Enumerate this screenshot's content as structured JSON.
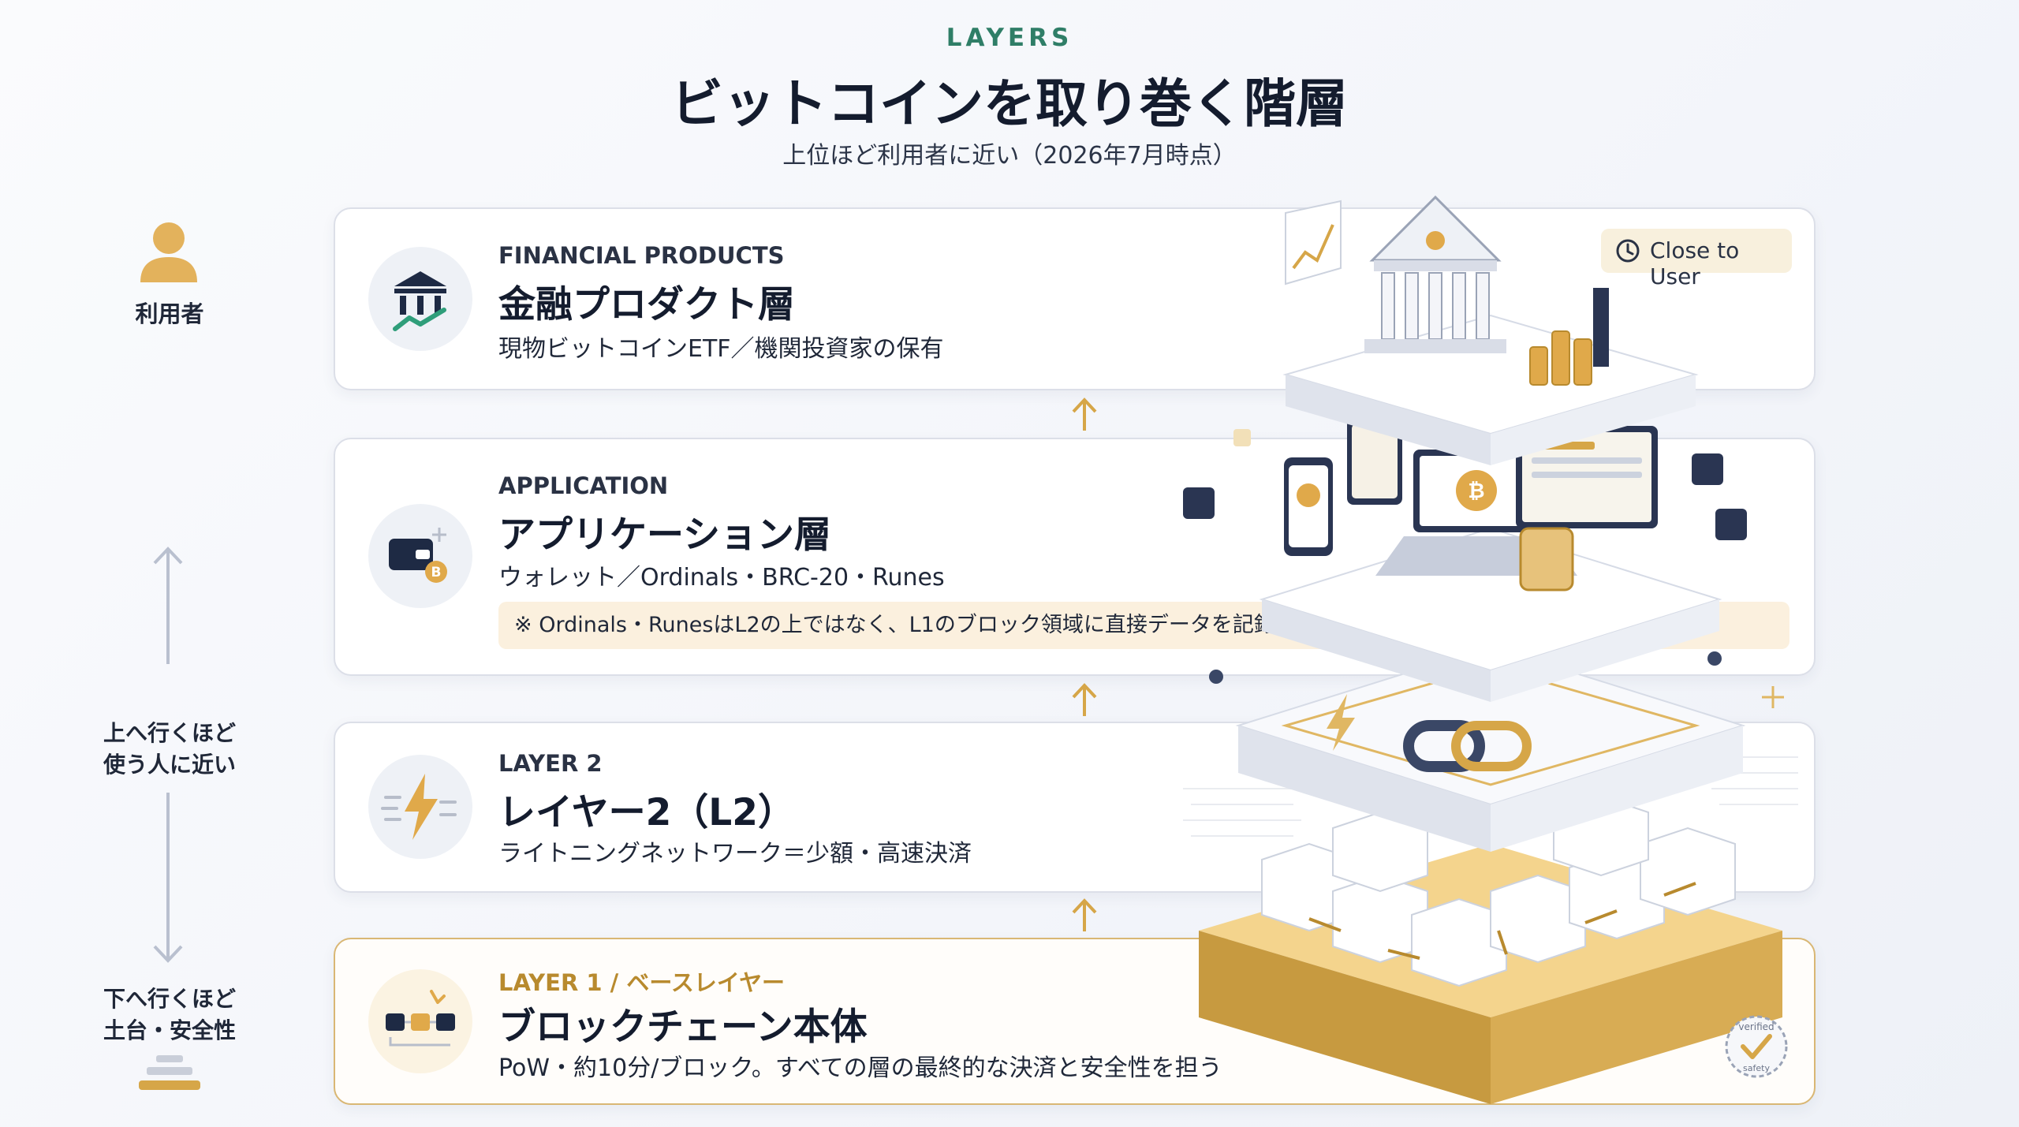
{
  "header": {
    "eyebrow": "LAYERS",
    "title": "ビットコインを取り巻く階層",
    "subtitle": "上位ほど利用者に近い（2026年7月時点）"
  },
  "sidebar": {
    "user_label": "利用者",
    "up_label_line1": "上へ行くほど",
    "up_label_line2": "使う人に近い",
    "down_label_line1": "下へ行くほど",
    "down_label_line2": "土台・安全性"
  },
  "badge": {
    "label": "Close to User",
    "icon": "clock-icon"
  },
  "layers": [
    {
      "label": "FINANCIAL PRODUCTS",
      "title": "金融プロダクト層",
      "description": "現物ビットコインETF／機関投資家の保有",
      "icon": "bank-icon"
    },
    {
      "label": "APPLICATION",
      "title": "アプリケーション層",
      "description": "ウォレット／Ordinals・BRC-20・Runes",
      "note": "※ Ordinals・RunesはL2の上ではなく、L1のブロック領域に直接データを記録する",
      "icon": "wallet-icon"
    },
    {
      "label": "LAYER 2",
      "title": "レイヤー2（L2）",
      "description": "ライトニングネットワーク＝少額・高速決済",
      "icon": "lightning-icon"
    },
    {
      "label": "LAYER 1 / ベースレイヤー",
      "title": "ブロックチェーン本体",
      "description": "PoW・約10分/ブロック。すべての層の最終的な決済と安全性を担う",
      "icon": "blocks-icon"
    }
  ],
  "seal": {
    "text_top": "verified",
    "text_bottom": "safety"
  },
  "colors": {
    "accent_gold": "#d6a648",
    "accent_green": "#2f7e67",
    "navy": "#1e2a44"
  }
}
